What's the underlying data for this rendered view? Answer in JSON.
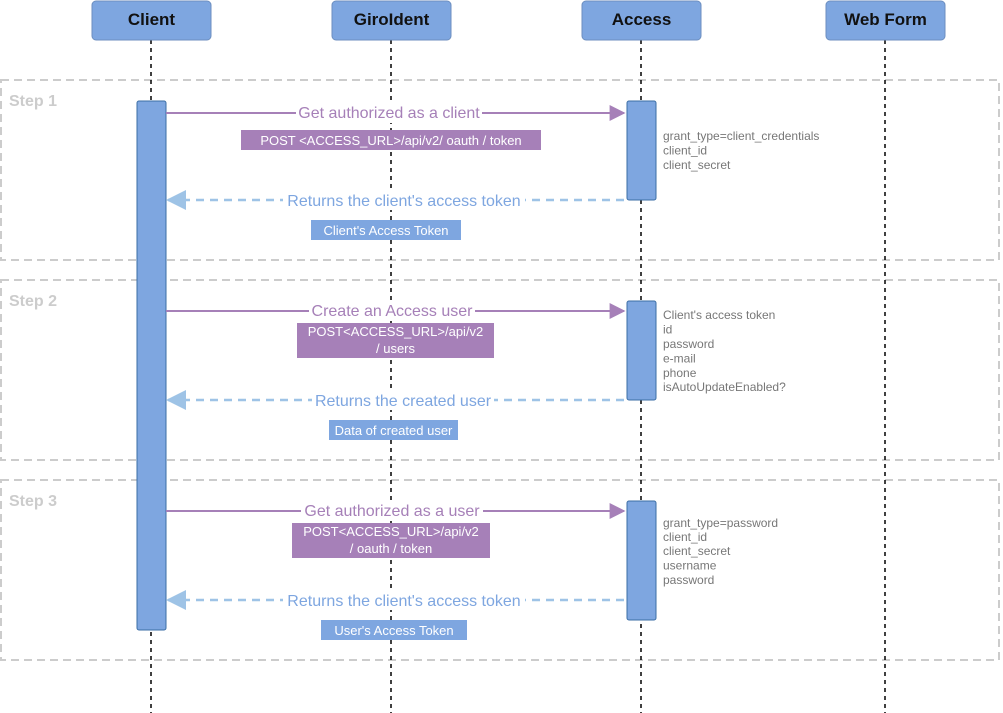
{
  "actors": [
    "Client",
    "GiroIdent",
    "Access",
    "Web Form"
  ],
  "steps": [
    {
      "label": "Step 1",
      "request": {
        "label": "Get authorized as a client",
        "endpoint": [
          "POST <ACCESS_URL>/api/v2/ oauth / token"
        ]
      },
      "params": [
        "grant_type=client_credentials",
        "client_id",
        "client_secret"
      ],
      "response": {
        "label": "Returns the client's access token",
        "result": "Client's Access Token"
      }
    },
    {
      "label": "Step 2",
      "request": {
        "label": "Create an Access user",
        "endpoint": [
          "POST<ACCESS_URL>/api/v2",
          "/ users"
        ]
      },
      "params": [
        "Client's access token",
        "id",
        "password",
        "e-mail",
        "phone",
        "isAutoUpdateEnabled?"
      ],
      "response": {
        "label": "Returns the created user",
        "result": "Data of created user"
      }
    },
    {
      "label": "Step 3",
      "request": {
        "label": "Get authorized as a user",
        "endpoint": [
          "POST<ACCESS_URL>/api/v2",
          "/ oauth / token"
        ]
      },
      "params": [
        "grant_type=password",
        "client_id",
        "client_secret",
        "username",
        "password"
      ],
      "response": {
        "label": "Returns the client's access token",
        "result": "User's Access Token"
      }
    }
  ],
  "colors": {
    "actor_fill": "#7ea6e0",
    "actor_stroke": "#6c8ebf",
    "request": "#a680b8",
    "request_box": "#a680b8",
    "response": "#7ea6e0",
    "response_dash": "#9ec3e6",
    "response_box": "#7ea6e0",
    "step_border": "#cccccc",
    "lifeline": "#000000",
    "param_text": "#777777"
  }
}
